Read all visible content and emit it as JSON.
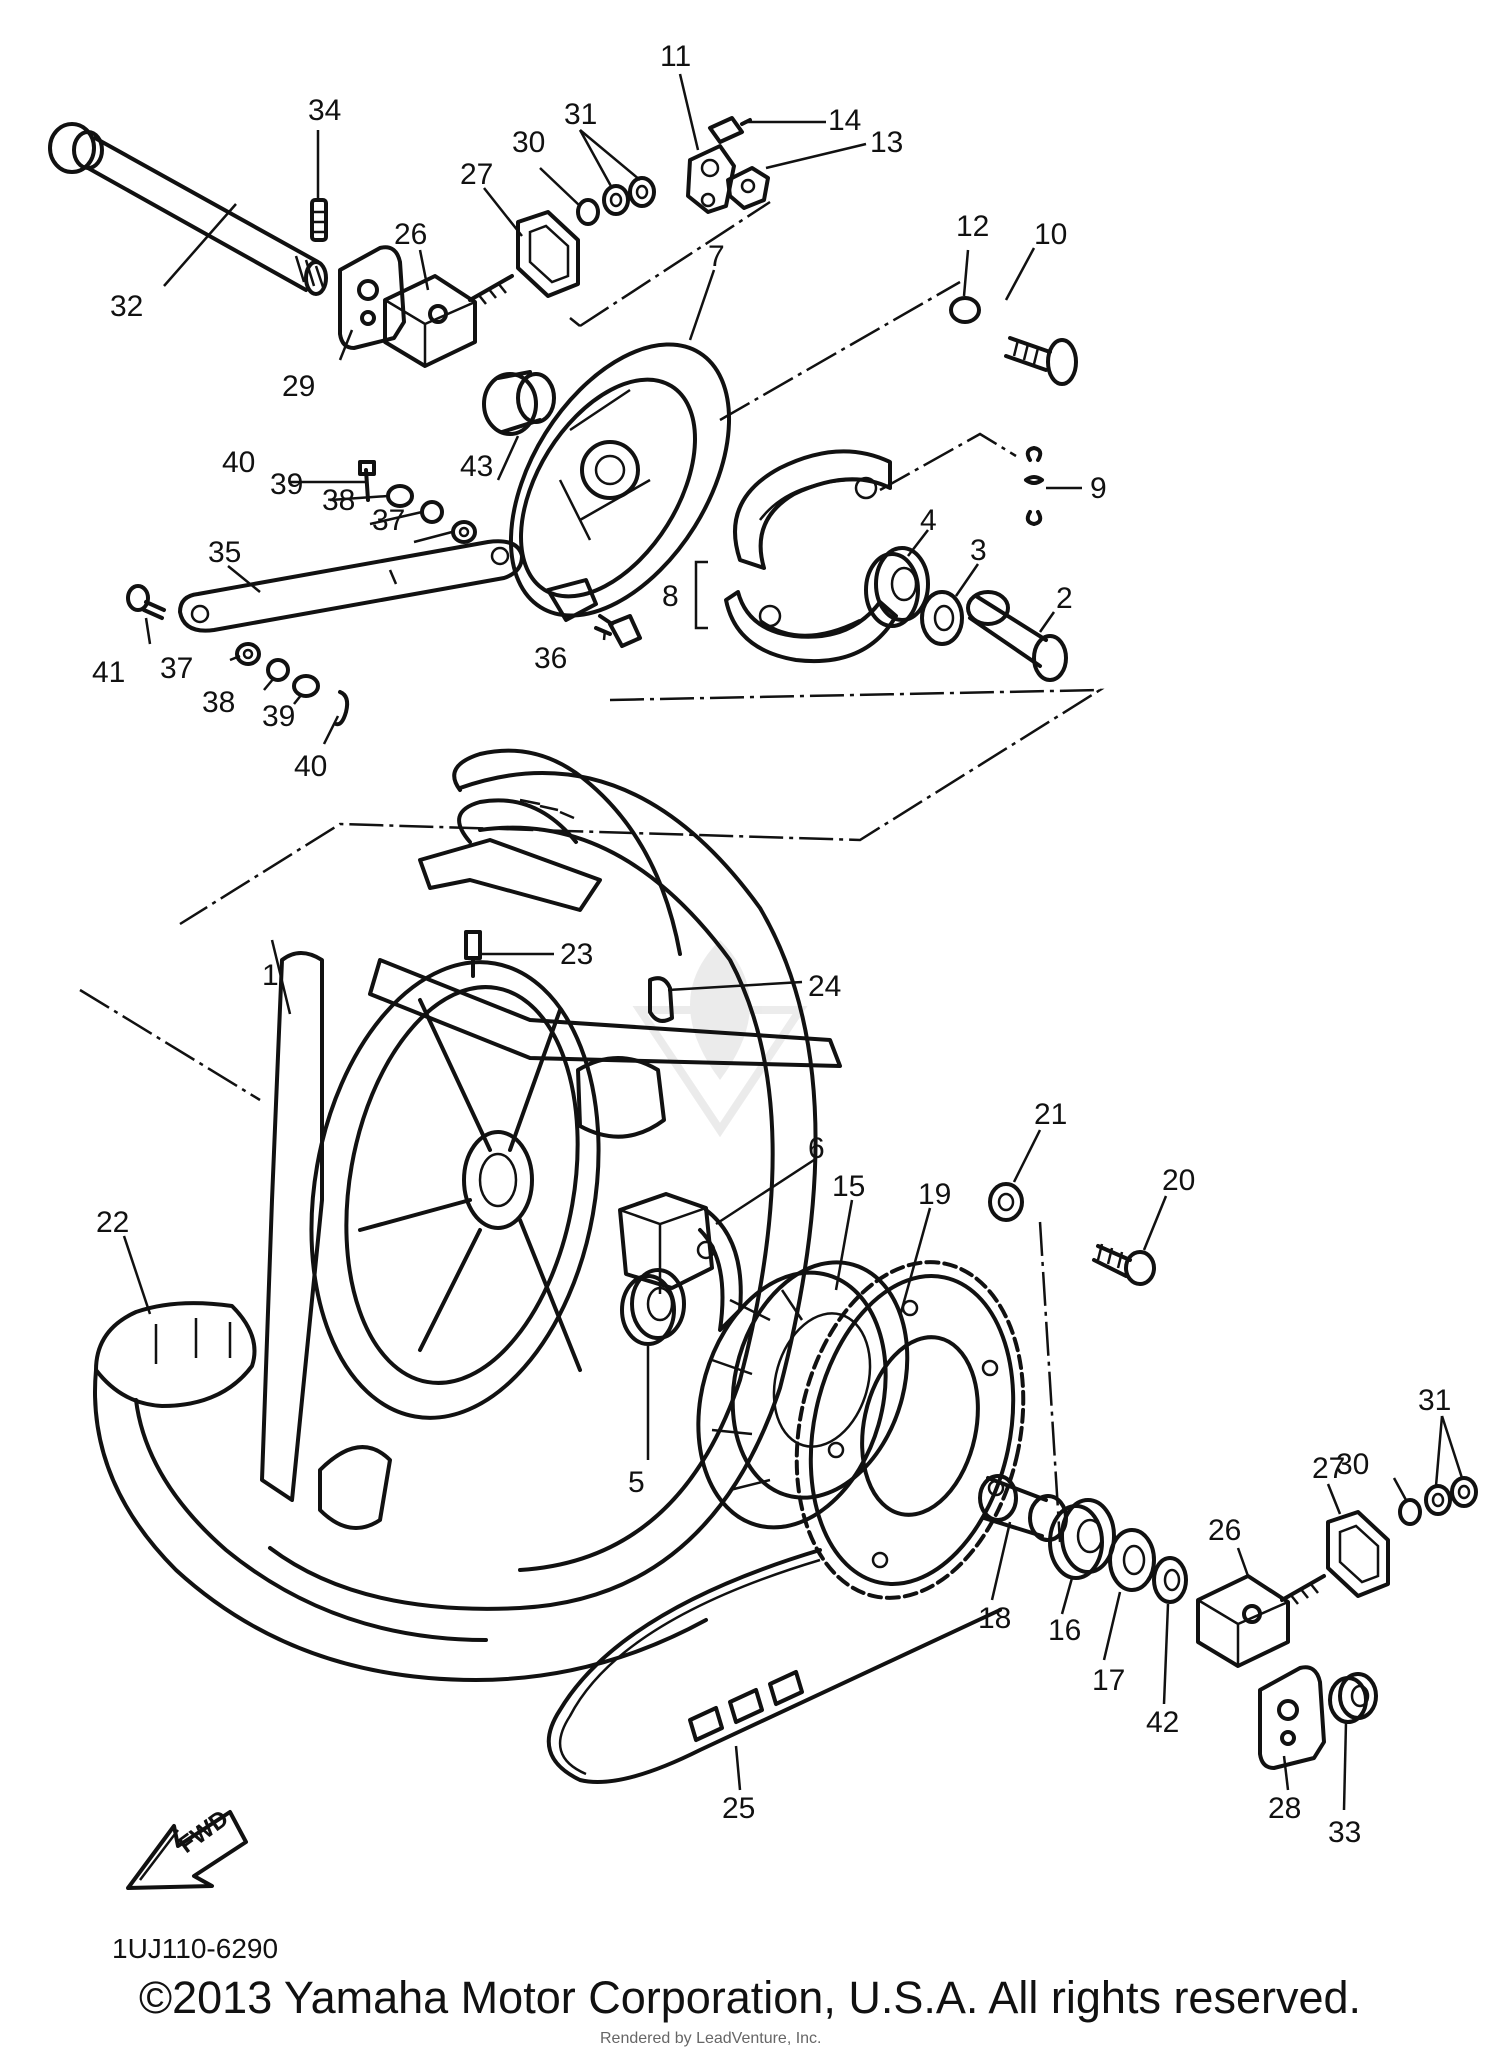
{
  "diagram": {
    "code": "1UJ110-6290",
    "direction_label": "FWD",
    "copyright": "©2013 Yamaha Motor Corporation, U.S.A. All rights reserved.",
    "rendered_by": "Rendered by LeadVenture, Inc.",
    "callouts": [
      {
        "id": "c1",
        "label": "1"
      },
      {
        "id": "c2",
        "label": "2"
      },
      {
        "id": "c3",
        "label": "3"
      },
      {
        "id": "c4",
        "label": "4"
      },
      {
        "id": "c5",
        "label": "5"
      },
      {
        "id": "c6",
        "label": "6"
      },
      {
        "id": "c7",
        "label": "7"
      },
      {
        "id": "c8",
        "label": "8"
      },
      {
        "id": "c9",
        "label": "9"
      },
      {
        "id": "c10",
        "label": "10"
      },
      {
        "id": "c11",
        "label": "11"
      },
      {
        "id": "c12",
        "label": "12"
      },
      {
        "id": "c13",
        "label": "13"
      },
      {
        "id": "c14",
        "label": "14"
      },
      {
        "id": "c15",
        "label": "15"
      },
      {
        "id": "c16",
        "label": "16"
      },
      {
        "id": "c17",
        "label": "17"
      },
      {
        "id": "c18",
        "label": "18"
      },
      {
        "id": "c19",
        "label": "19"
      },
      {
        "id": "c20",
        "label": "20"
      },
      {
        "id": "c21",
        "label": "21"
      },
      {
        "id": "c22",
        "label": "22"
      },
      {
        "id": "c23",
        "label": "23"
      },
      {
        "id": "c24",
        "label": "24"
      },
      {
        "id": "c25",
        "label": "25"
      },
      {
        "id": "c26a",
        "label": "26"
      },
      {
        "id": "c26b",
        "label": "26"
      },
      {
        "id": "c27a",
        "label": "27"
      },
      {
        "id": "c27b",
        "label": "27"
      },
      {
        "id": "c28",
        "label": "28"
      },
      {
        "id": "c29",
        "label": "29"
      },
      {
        "id": "c30a",
        "label": "30"
      },
      {
        "id": "c30b",
        "label": "30"
      },
      {
        "id": "c31a",
        "label": "31"
      },
      {
        "id": "c31b",
        "label": "31"
      },
      {
        "id": "c32",
        "label": "32"
      },
      {
        "id": "c33",
        "label": "33"
      },
      {
        "id": "c34",
        "label": "34"
      },
      {
        "id": "c35",
        "label": "35"
      },
      {
        "id": "c36",
        "label": "36"
      },
      {
        "id": "c37a",
        "label": "37"
      },
      {
        "id": "c37b",
        "label": "37"
      },
      {
        "id": "c38a",
        "label": "38"
      },
      {
        "id": "c38b",
        "label": "38"
      },
      {
        "id": "c39a",
        "label": "39"
      },
      {
        "id": "c39b",
        "label": "39"
      },
      {
        "id": "c40a",
        "label": "40"
      },
      {
        "id": "c40b",
        "label": "40"
      },
      {
        "id": "c41",
        "label": "41"
      },
      {
        "id": "c42",
        "label": "42"
      },
      {
        "id": "c43",
        "label": "43"
      }
    ]
  }
}
